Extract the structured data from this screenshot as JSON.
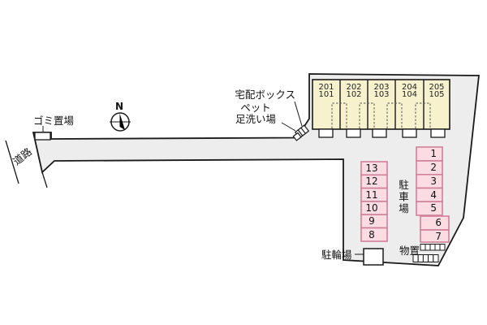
{
  "building": {
    "units": [
      {
        "upper": "201",
        "lower": "101"
      },
      {
        "upper": "202",
        "lower": "102"
      },
      {
        "upper": "203",
        "lower": "103"
      },
      {
        "upper": "204",
        "lower": "104"
      },
      {
        "upper": "205",
        "lower": "105"
      }
    ]
  },
  "labels": {
    "delivery_box": "宅配ボックス",
    "pet_line1": "ペット",
    "pet_line2": "足洗い場",
    "garbage": "ゴミ置場",
    "road": "道路",
    "compass_north": "N",
    "parking_lot_vertical": "駐車場",
    "bicycle_parking": "駐輪場",
    "storage": "物置"
  },
  "parking": {
    "left_column": [
      "13",
      "12",
      "11",
      "10",
      "9",
      "8"
    ],
    "right_column": [
      "1",
      "2",
      "3",
      "4",
      "5"
    ],
    "offset_column": [
      "6",
      "7"
    ]
  },
  "colors": {
    "site_fill": "#ededed",
    "building_fill": "#f7f2cd",
    "stall_fill": "#fbdce3",
    "stall_border": "#cf8099",
    "outline": "#1a1a1a"
  }
}
